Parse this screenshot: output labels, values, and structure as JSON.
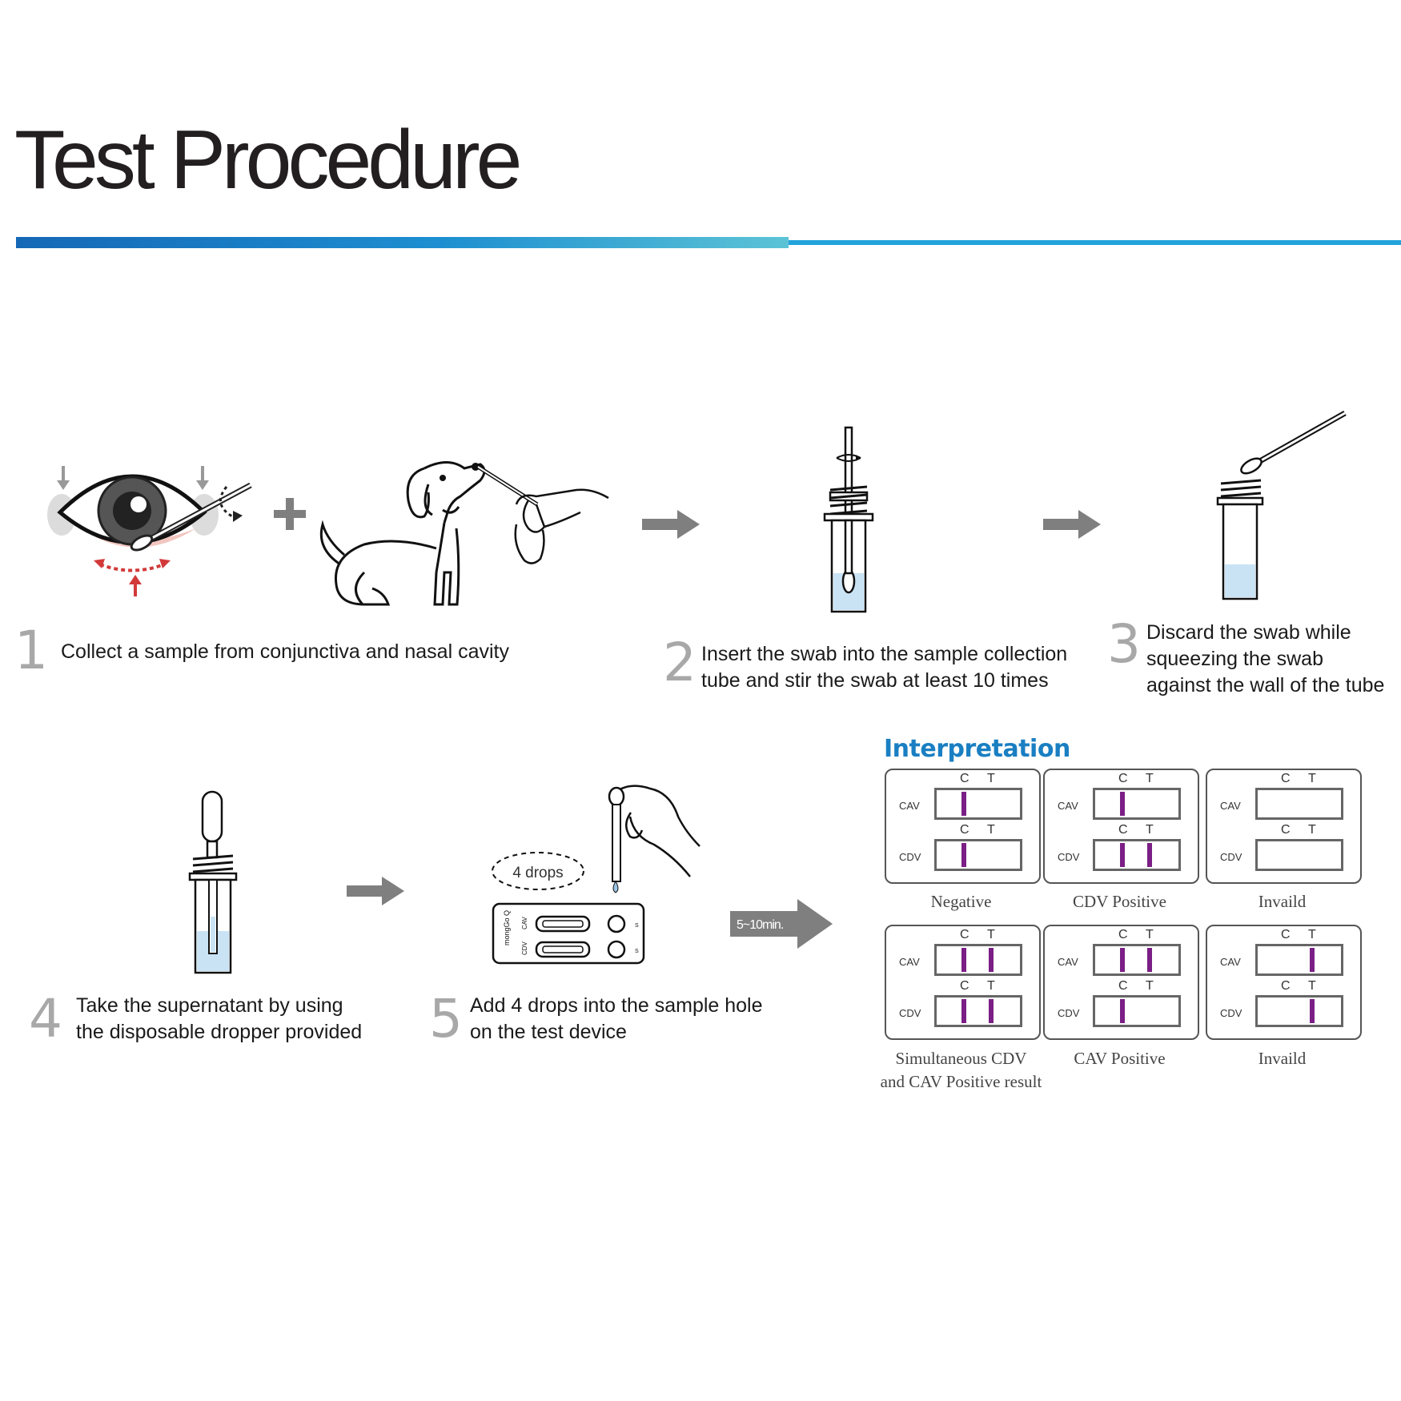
{
  "title": "Test Procedure",
  "steps": [
    {
      "number": "1",
      "text": "Collect a sample from conjunctiva and nasal cavity"
    },
    {
      "number": "2",
      "text_line1": "Insert the swab into the sample collection",
      "text_line2": "tube and stir the swab at least 10 times"
    },
    {
      "number": "3",
      "text_line1": "Discard the swab while",
      "text_line2": "squeezing the swab",
      "text_line3": "against the wall of the tube"
    },
    {
      "number": "4",
      "text_line1": "Take the supernatant by using",
      "text_line2": "the disposable dropper provided"
    },
    {
      "number": "5",
      "text_line1": "Add 4 drops into the sample hole",
      "text_line2": "on the test device"
    }
  ],
  "drops_label": "4 drops",
  "device_brand": "mongGo Q",
  "device_cav": "CAV",
  "device_cdv": "CDV",
  "device_s": "S",
  "wait_label": "5~10min.",
  "interpretation": {
    "title": "Interpretation",
    "c_label": "C",
    "t_label": "T",
    "cav_label": "CAV",
    "cdv_label": "CDV",
    "results": [
      {
        "caption_line1": "Negative",
        "caption_line2": "",
        "cav": {
          "c": true,
          "t": false
        },
        "cdv": {
          "c": true,
          "t": false
        }
      },
      {
        "caption_line1": "CDV Positive",
        "caption_line2": "",
        "cav": {
          "c": true,
          "t": false
        },
        "cdv": {
          "c": true,
          "t": true
        }
      },
      {
        "caption_line1": "Invaild",
        "caption_line2": "",
        "cav": {
          "c": false,
          "t": false
        },
        "cdv": {
          "c": false,
          "t": false
        }
      },
      {
        "caption_line1": "Simultaneous CDV",
        "caption_line2": "and CAV Positive result",
        "cav": {
          "c": true,
          "t": true
        },
        "cdv": {
          "c": true,
          "t": true
        }
      },
      {
        "caption_line1": "CAV Positive",
        "caption_line2": "",
        "cav": {
          "c": true,
          "t": true
        },
        "cdv": {
          "c": true,
          "t": false
        }
      },
      {
        "caption_line1": "Invaild",
        "caption_line2": "",
        "cav": {
          "c": false,
          "t": true
        },
        "cdv": {
          "c": false,
          "t": true
        }
      }
    ]
  },
  "colors": {
    "band": "#7b1f86",
    "liquid": "#c9e3f5",
    "arrow": "#7f7f7f",
    "accent_red": "#d23a3a",
    "title_blue": "#1a7fc2"
  },
  "icons": [
    "eye-icon",
    "plus-icon",
    "dog-icon",
    "hand-icon",
    "arrow-right-icon",
    "tube-icon",
    "swab-icon",
    "dropper-icon",
    "test-device-icon"
  ]
}
